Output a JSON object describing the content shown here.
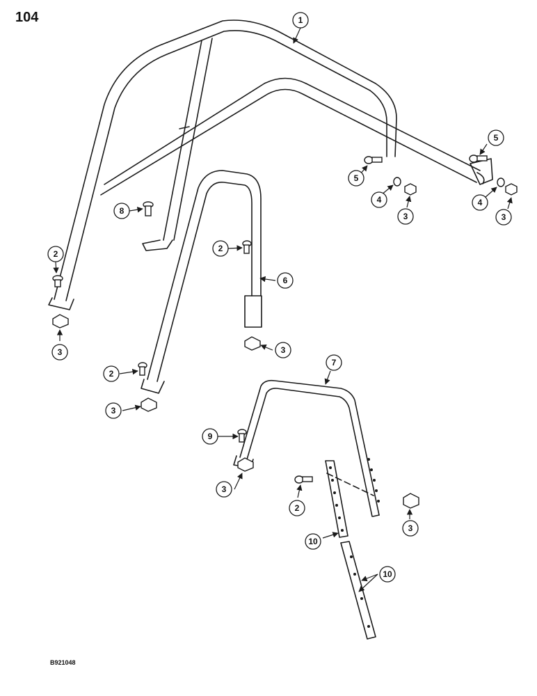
{
  "page": {
    "number": "104",
    "figure_code": "B921048"
  },
  "callouts": {
    "c1": "1",
    "c2a": "2",
    "c2b": "2",
    "c2c": "2",
    "c2d": "2",
    "c3a": "3",
    "c3b": "3",
    "c3c": "3",
    "c3d": "3",
    "c3e": "3",
    "c3f": "3",
    "c3g": "3",
    "c4a": "4",
    "c4b": "4",
    "c5a": "5",
    "c5b": "5",
    "c6": "6",
    "c7": "7",
    "c8": "8",
    "c9": "9",
    "c10a": "10",
    "c10b": "10"
  },
  "colors": {
    "line": "#1a1a1a",
    "background": "#ffffff"
  }
}
